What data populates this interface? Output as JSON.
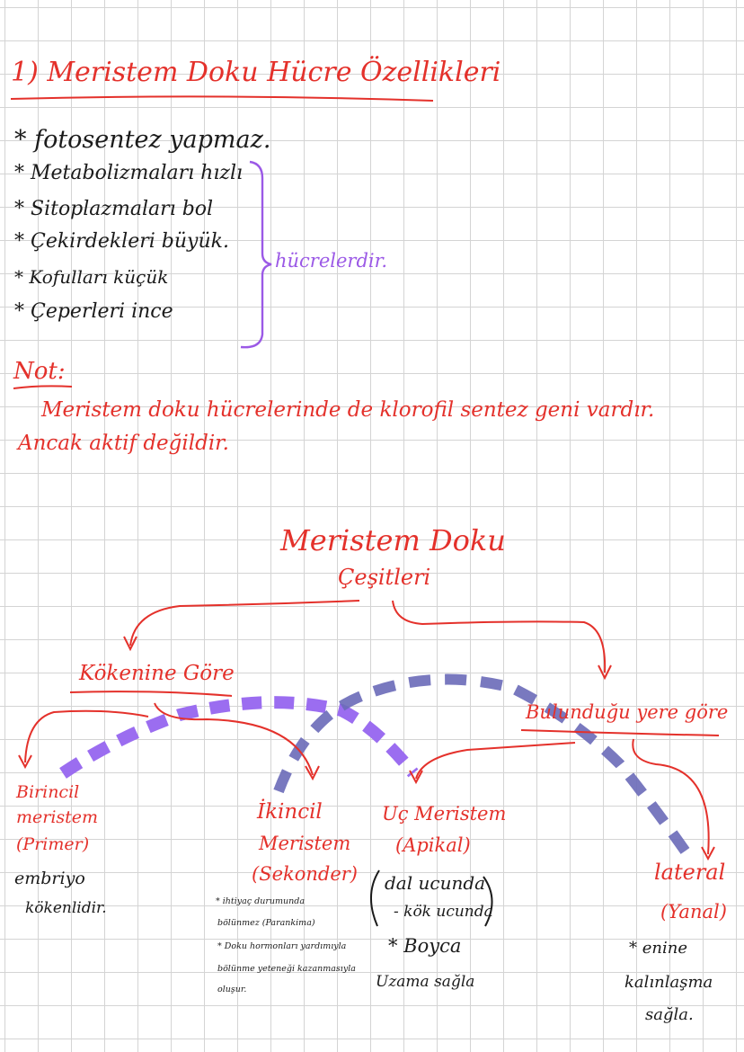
{
  "title": "1) Meristem Doku Hücre Özellikleri",
  "properties": [
    "* fotosentez yapmaz.",
    "* Metabolizmaları hızlı",
    "* Sitoplazmaları bol",
    "* Çekirdekleri büyük.",
    "* Kofulları küçük",
    "* Çeperleri ince"
  ],
  "bracket_label": "hücrelerdir.",
  "note": {
    "label": "Not:",
    "line1": "Meristem doku hücrelerinde de klorofil sentez geni vardır.",
    "line2": "Ancak aktif değildir."
  },
  "diagram": {
    "root_line1": "Meristem Doku",
    "root_line2": "Çeşitleri",
    "by_origin": "Kökenine Göre",
    "by_location": "Bulunduğu yere göre",
    "primary": {
      "line1": "Birincil",
      "line2": "meristem",
      "line3": "(Primer)",
      "desc1": "embriyo",
      "desc2": "kökenlidir."
    },
    "secondary": {
      "line1": "İkincil",
      "line2": "Meristem",
      "line3": "(Sekonder)",
      "desc1": "* ihtiyaç durumunda",
      "desc2": "bölünmez (Parankima)",
      "desc3": "* Doku hormonları yardımıyla",
      "desc4": "bölünme yeteneği kazanmasıyla",
      "desc5": "oluşur."
    },
    "apical": {
      "line1": "Uç Meristem",
      "line2": "(Apikal)",
      "desc1": "dal ucunda",
      "desc2": "- kök ucunda",
      "desc3": "* Boyca",
      "desc4": "Uzama sağla"
    },
    "lateral": {
      "line1": "lateral",
      "line2": "(Yanal)",
      "desc1": "* enine",
      "desc2": "kalınlaşma",
      "desc3": "sağla."
    }
  },
  "colors": {
    "red_ink": "#e4312b",
    "black_ink": "#1b1b1b",
    "purple_ink": "#9b59e6",
    "purple_dash": "#9b6df0",
    "blue_dash": "#6a6ab8",
    "grid": "#d4d4d4"
  }
}
